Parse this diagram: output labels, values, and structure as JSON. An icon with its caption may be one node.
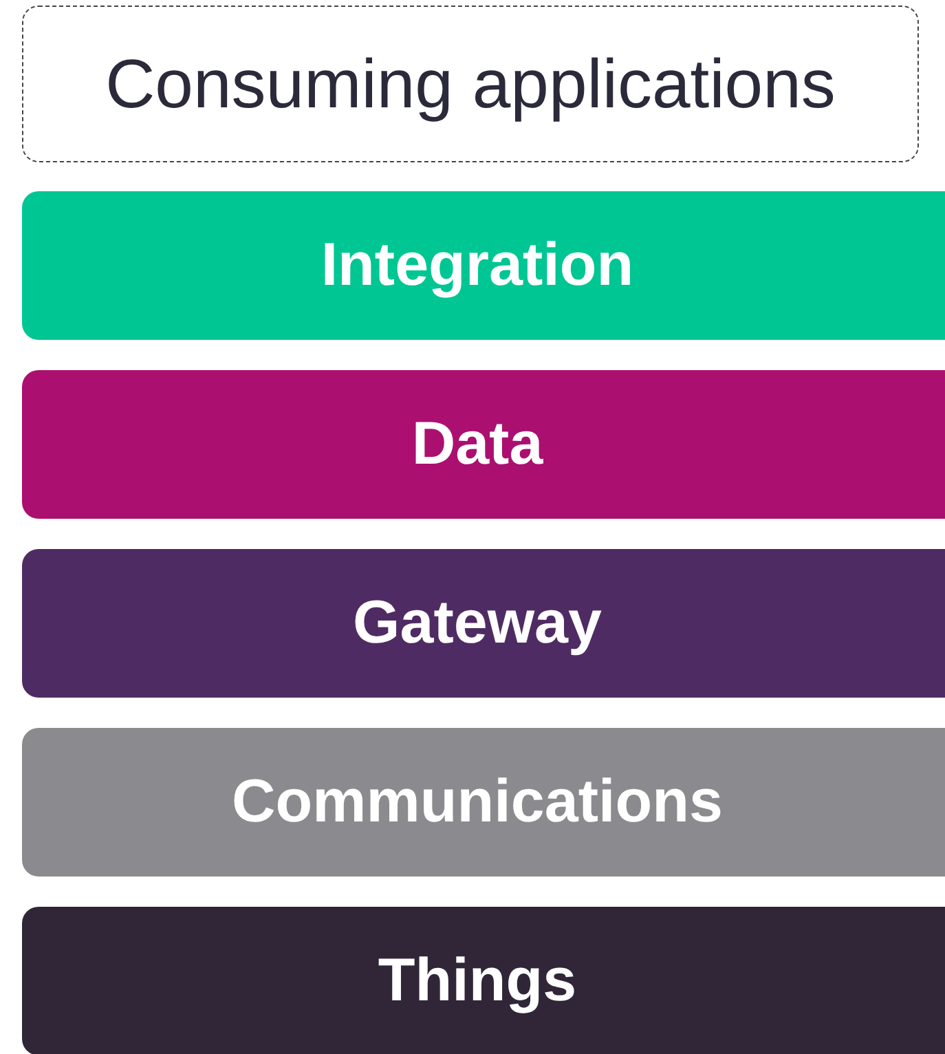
{
  "diagram": {
    "nodes": [
      {
        "text": [
          "Consuming applications"
        ]
      },
      {
        "text": [
          "Integration"
        ]
      },
      {
        "text": [
          "Data"
        ]
      },
      {
        "text": [
          "Gateway"
        ]
      },
      {
        "text": [
          "Communications"
        ]
      },
      {
        "text": [
          "Things"
        ]
      }
    ]
  }
}
